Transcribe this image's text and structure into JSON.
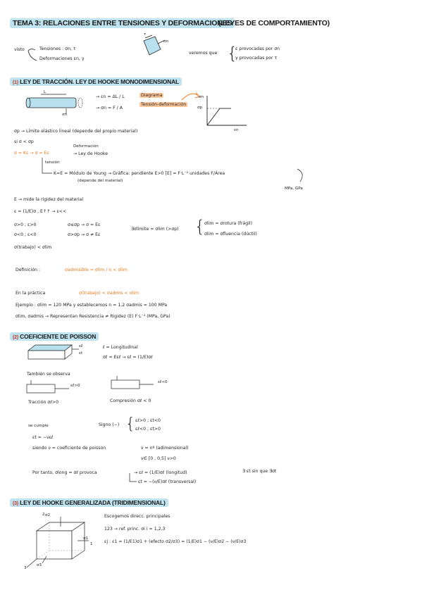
{
  "header": {
    "title": "TEMA 3: RELACIONES ENTRE TENSIONES Y DEFORMACIONES",
    "subtitle": "(LEYES DE COMPORTAMIENTO)"
  },
  "intro": {
    "visto": "visto",
    "tensiones": "Tensiones : σn, τ",
    "deformaciones": "Deformaciones εn, γ",
    "veremos": "veremos que",
    "line1": "ε provocadas por σn",
    "line2": "γ provocadas por τ",
    "fig_t": "τ",
    "fig_sn": "σn"
  },
  "sec1": {
    "num": "(1)",
    "title": "LEY DE TRACCIÓN. LEY DE HOOKE MONODIMENSIONAL",
    "bar_label_L": "L",
    "bar_label_sn": "σn",
    "eq1": "→ εn = ΔL / L",
    "eq2": "→ σn = F / A",
    "diag1": "Diagrama",
    "diag2": "Tensión-deformación",
    "graph_y1": "σn",
    "graph_y2": "σp",
    "graph_x": "εn",
    "limite": "σp → Límite elástico lineal (depende del propio material)",
    "si": "si σ < σp",
    "hooke_eq": "σ = Kε → σ = Eε",
    "deformacion": "Deformación",
    "ley_hooke": "→ Ley de Hooke",
    "tension": "tensión",
    "modulo": "K=E = Módulo de Young → Gráfica: pendiente  E>0  [E] = F·L⁻²  unidades F/Área",
    "depende": "(depende del material)",
    "units": "MPa, GPa",
    "rigidez": "E → mide la rigidez del material",
    "eps": "ε = (1/E)σ ,  E↑↑ → ε<<",
    "c1": "σ>0 ; ε>0",
    "c2": "σ<0 ; ε<0",
    "c3": "σ≤σp → σ = Eε",
    "c4": "σ>σp → σ ≠ Eε",
    "limite2": "∃σlímite = σlim (>σp)",
    "lim1": "σlim = σrotura (frágil)",
    "lim2": "σlim = σfluencia (dúctil)",
    "trabajo": "σ(trabajo) < σlim",
    "definicion": "Definición :",
    "admisible": "σadmisible = σlim / n < σlim",
    "practica": "En la práctica",
    "practica_eq": "σ(trabajo) < σadmis < σlim",
    "ejemplo": "Ejemplo :  σlim = 120 MPa  y establecemos  n = 1,2  σadmis = 100 MPa",
    "represent": "σlim, σadmis → Representan  Resistencia ≠ Rigidez (E)  F·L⁻² (MPa, GPa)"
  },
  "sec2": {
    "num": "(2)",
    "title": "COEFICIENTE DE POISSON",
    "el": "εℓ",
    "et": "εt",
    "eq1": "ℓ = Longitudinal",
    "eq2": "σℓ = Eεℓ → εℓ = (1/E)σℓ",
    "tambien": "También se observa",
    "eps_pos": "εℓ>0",
    "eps_neg": "εℓ<0",
    "traccion": "Tracción  σℓ>0",
    "compresion": "Compresión  σℓ < 0",
    "cumple": "se cumple",
    "signo": "Signo (−)",
    "s1": "εℓ>0 ; εt<0",
    "s2": "εℓ<0 ; εt>0",
    "et_eq": "εt = −νεℓ",
    "siendo": "siendo ν = coeficiente de poisson",
    "nu1": "ν = nº (adimensional)",
    "nu2": "ν∈ [0 , 0,5]     ν>0",
    "portanto": "Por tanto,  σlong = σℓ provoca",
    "p1": "εℓ = (1/E)σℓ (longitud)",
    "p2": "εt = −(ν/E)σℓ (transversal)",
    "exists": "∃ εt sin que ∃σt"
  },
  "sec3": {
    "num": "(3)",
    "title": "LEY DE HOOKE GENERALIZADA (TRIDIMENSIONAL)",
    "l1": "Escogemos direcc. principales",
    "l2": "123 → ref. princ.  σi  i = 1,2,3",
    "l3": "εj :  ε1 = (1/E1)σ1 + (efecto σ2/σ3) = (1/E)σ1 − (ν/E)σ2 − (ν/E)σ3",
    "s1": "σ1",
    "s2": "σ2",
    "s3": "σ3",
    "a1": "1",
    "a2": "2",
    "a3": "3"
  }
}
